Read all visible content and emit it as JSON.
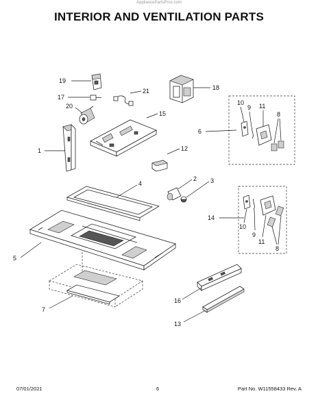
{
  "watermark": "AppliancePartsPros.com",
  "title": "INTERIOR AND VENTILATION PARTS",
  "callouts": {
    "c1": "1",
    "c2": "2",
    "c3": "3",
    "c4": "4",
    "c5": "5",
    "c6": "6",
    "c7": "7",
    "c8a": "8",
    "c8b": "8",
    "c9a": "9",
    "c9b": "9",
    "c10a": "10",
    "c10b": "10",
    "c11a": "11",
    "c11b": "11",
    "c12": "12",
    "c13": "13",
    "c14": "14",
    "c15": "15",
    "c16": "16",
    "c17": "17",
    "c18": "18",
    "c19": "19",
    "c20": "20",
    "c21": "21"
  },
  "footer": {
    "date": "07/01/2021",
    "page": "6",
    "part_no": "Part No. W11558433  Rev. A"
  }
}
